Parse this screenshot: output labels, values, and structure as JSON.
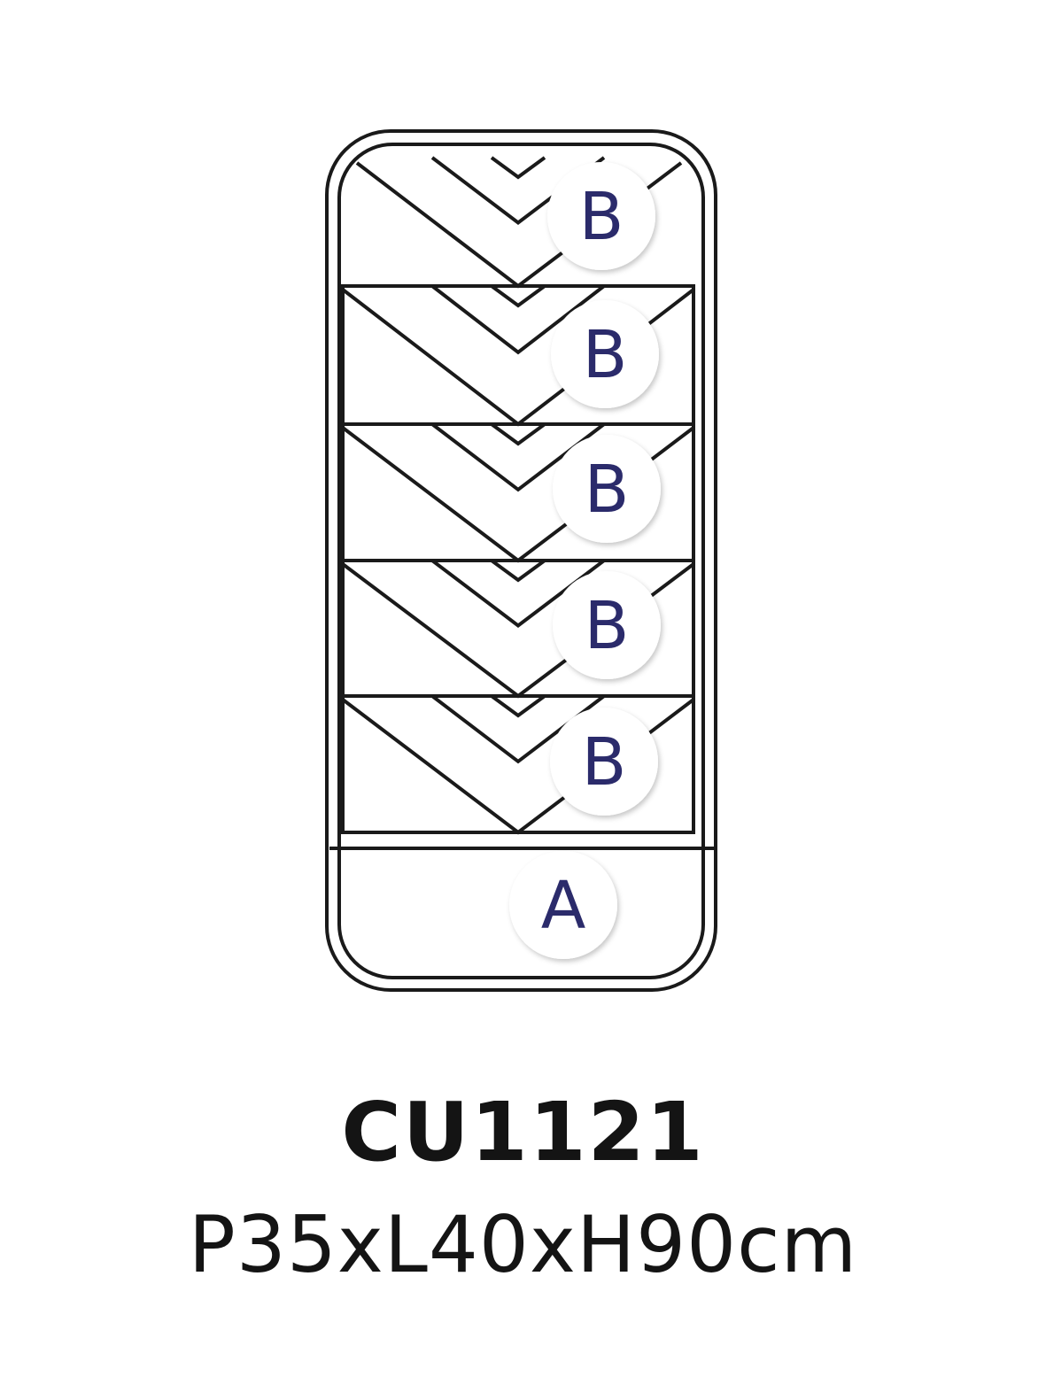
{
  "product": {
    "code": "CU1121",
    "dimensions": "P35xL40xH90cm"
  },
  "compartments": [
    {
      "label": "B"
    },
    {
      "label": "B"
    },
    {
      "label": "B"
    },
    {
      "label": "B"
    },
    {
      "label": "B"
    },
    {
      "label": "A"
    }
  ],
  "colors": {
    "line": "#1a1a1a",
    "badge_text": "#2b2b6b",
    "badge_fill": "#ffffff"
  }
}
